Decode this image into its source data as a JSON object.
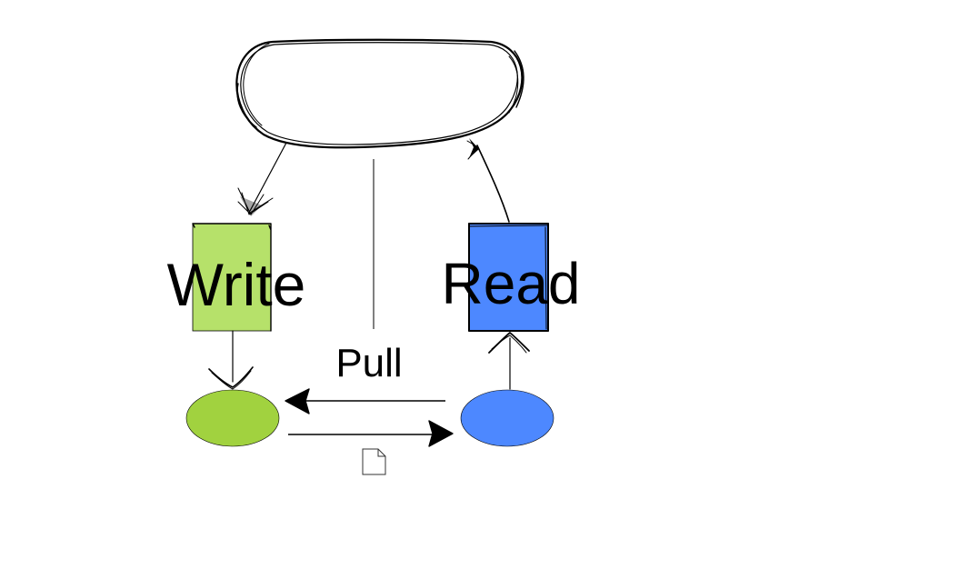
{
  "diagram": {
    "nodes": {
      "top_cloud": {
        "label": ""
      },
      "write_box": {
        "label": "Write",
        "fill": "#b6e16a"
      },
      "read_box": {
        "label": "Read",
        "fill": "#4d88ff"
      },
      "write_store": {
        "label": "",
        "fill": "#a1d23f"
      },
      "read_store": {
        "label": "",
        "fill": "#4d88ff"
      }
    },
    "edges": {
      "pull_label": "Pull"
    },
    "icons": {
      "document": "document-icon"
    }
  }
}
